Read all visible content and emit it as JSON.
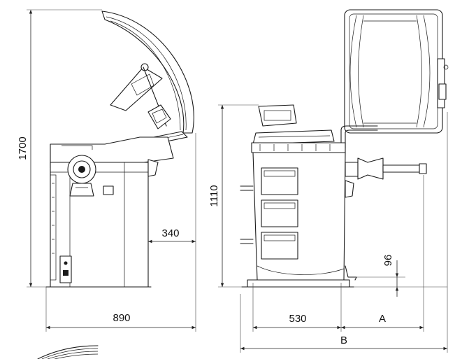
{
  "dimensions": {
    "height_total": "1700",
    "depth_total": "890",
    "hood_offset": "340",
    "height_body": "1110",
    "width_body": "530",
    "shaft_length": "A",
    "width_total": "B",
    "shaft_height": "96"
  },
  "colors": {
    "line": "#1a1a1a",
    "background": "#ffffff",
    "shade": "#e8e8e8"
  }
}
